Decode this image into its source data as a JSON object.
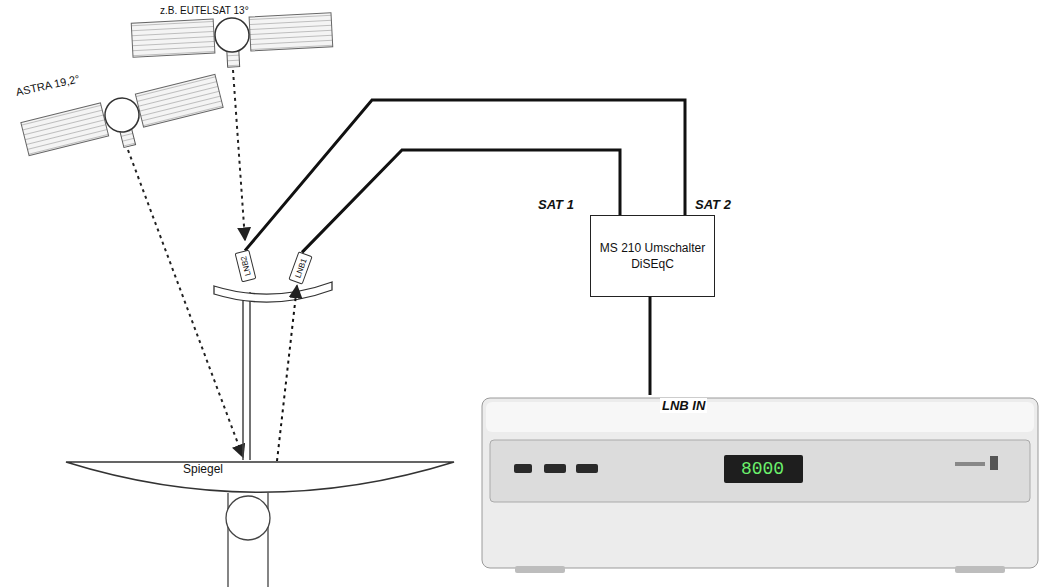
{
  "diagram": {
    "nodes": [
      {
        "text": [
          "MS 210 Umschalter DiSEqC"
        ]
      },
      {
        "text": [
          "LNB2"
        ]
      },
      {
        "text": [
          "LNB1"
        ]
      },
      {
        "text": [
          "Spiegel"
        ]
      },
      {
        "text": [
          "8000"
        ]
      }
    ],
    "edges": [
      {
        "from": 2,
        "to": 0,
        "label": "SAT 1",
        "arrow": "none"
      },
      {
        "from": 1,
        "to": 0,
        "label": "SAT 2",
        "arrow": "none"
      },
      {
        "from": 0,
        "to": 4,
        "label": "LNB IN",
        "arrow": "none"
      },
      {
        "from": 3,
        "to": 2,
        "arrow": "to"
      }
    ],
    "labels": [
      "z.B. EUTELSAT 13°",
      "ASTRA 19,2°"
    ]
  }
}
